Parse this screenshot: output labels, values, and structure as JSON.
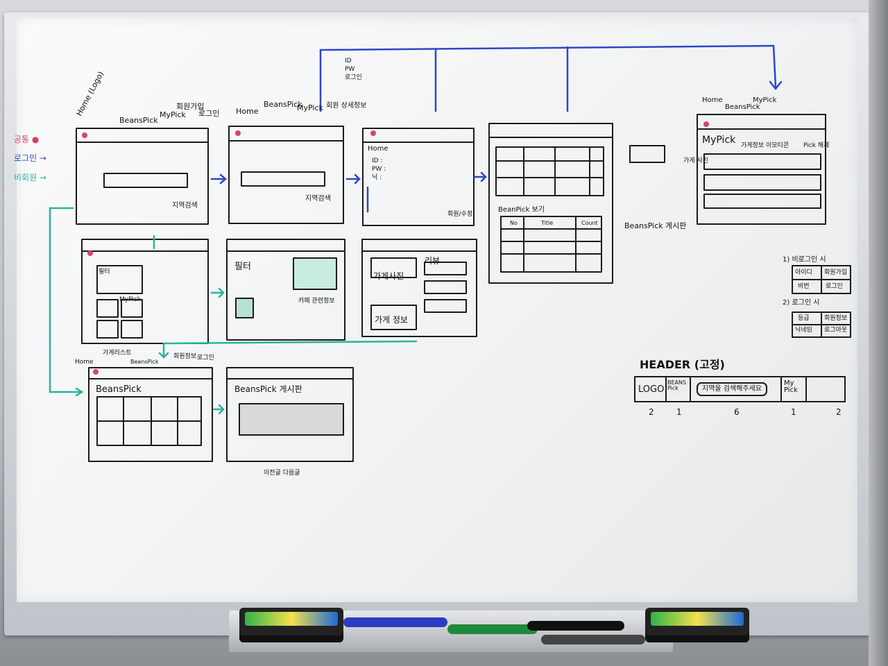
{
  "header_section": {
    "title": "HEADER (고정)",
    "cells": [
      "LOGO",
      "BEANS Pick",
      "지역을 검색해주세요",
      "My Pick",
      ""
    ],
    "ratios": [
      "2",
      "1",
      "6",
      "1",
      "2"
    ]
  },
  "legend": {
    "items": [
      "공통 ●",
      "로그인 →",
      "비회원 →"
    ],
    "colors": [
      "#d64562",
      "#2b47c9",
      "#2bb39a"
    ]
  },
  "wireframe_1": {
    "nav": [
      "Home (Logo)",
      "BeansPick",
      "MyPick",
      "회원가입",
      "로그인"
    ],
    "search_note": "지역검색"
  },
  "wireframe_2": {
    "nav": [
      "Home",
      "BeansPick",
      "MyPick",
      "회원 상세정보"
    ],
    "search_note": "지역검색"
  },
  "wireframe_3": {
    "title": "Home",
    "fields": [
      "ID :",
      "PW :",
      "닉 :"
    ],
    "note": "회원/수정"
  },
  "login_popup": {
    "lines": [
      "ID",
      "PW",
      "로그인"
    ]
  },
  "mypick_screen": {
    "title": "MyPick",
    "nav": [
      "Home",
      "BeansPick",
      "MyPick"
    ],
    "note_left": "가게 사진",
    "note_mid": "가게정보 이모티콘",
    "note_right": "Pick 해제"
  },
  "beanspick_table": {
    "title": "BeanPick 보기",
    "columns": [
      "No",
      "Title",
      "Count"
    ],
    "side_note": "BeansPick 게시판"
  },
  "row2": {
    "a_labels": [
      "필터",
      "MyPick"
    ],
    "b_labels": [
      "필터",
      "카페 관련정보"
    ],
    "c_labels": [
      "가게사진",
      "리뷰",
      "가게 정보"
    ]
  },
  "row3": {
    "a_title": "BeansPick",
    "a_nav": [
      "Home",
      "가게리스트",
      "BeansPick",
      "회원정보",
      "로그인"
    ],
    "b_title": "BeansPick 게시판",
    "b_note": "이전글 다음글"
  },
  "login_states": {
    "guest_title": "1) 비로그인 시",
    "guest_items": [
      "아이디",
      "회원가입",
      "비번",
      "로그인"
    ],
    "member_title": "2) 로그인 시",
    "member_items": [
      "등급",
      "회원정보",
      "닉네임",
      "로그아웃"
    ]
  }
}
